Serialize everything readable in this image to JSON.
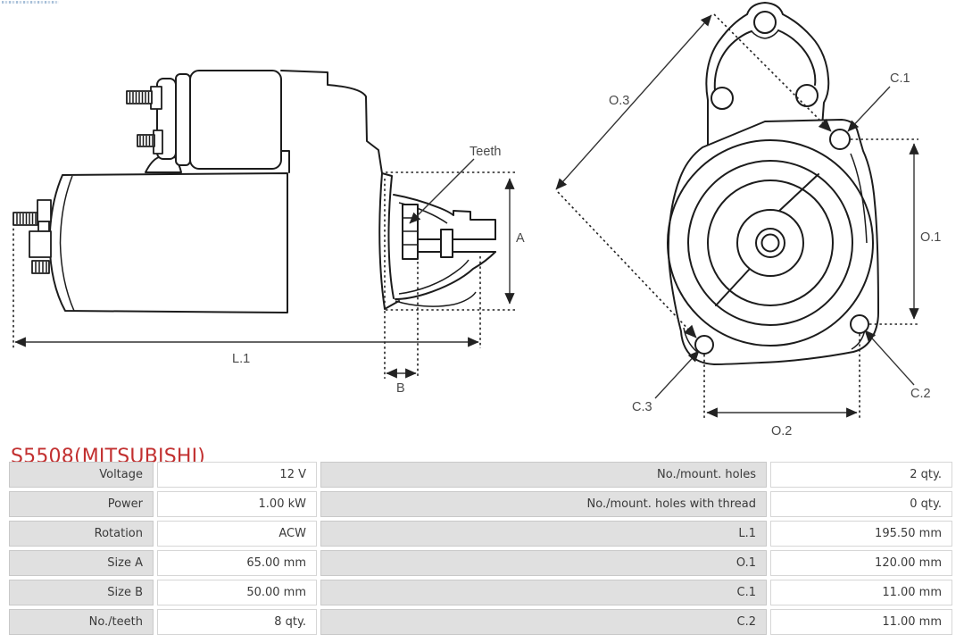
{
  "page": {
    "title": "S5508(MITSUBISHI)"
  },
  "colors": {
    "title": "#c23030",
    "table_label_bg": "#e0e0e0",
    "table_value_bg": "#ffffff",
    "drawing_line": "#1c1c1c"
  },
  "logo": {
    "name": "as-pl-logo-strip"
  },
  "diagrams": {
    "side_view": {
      "labels": {
        "teeth": "Teeth",
        "a": "A",
        "b": "B",
        "l1": "L.1"
      }
    },
    "front_view": {
      "labels": {
        "o1": "O.1",
        "o2": "O.2",
        "o3": "O.3",
        "c1": "C.1",
        "c2": "C.2",
        "c3": "C.3"
      }
    }
  },
  "spec_table": {
    "rows": [
      {
        "label_left": "Voltage",
        "value_left": "12 V",
        "label_right": "No./mount. holes",
        "value_right": "2 qty."
      },
      {
        "label_left": "Power",
        "value_left": "1.00 kW",
        "label_right": "No./mount. holes with thread",
        "value_right": "0 qty."
      },
      {
        "label_left": "Rotation",
        "value_left": "ACW",
        "label_right": "L.1",
        "value_right": "195.50 mm"
      },
      {
        "label_left": "Size A",
        "value_left": "65.00 mm",
        "label_right": "O.1",
        "value_right": "120.00 mm"
      },
      {
        "label_left": "Size B",
        "value_left": "50.00 mm",
        "label_right": "C.1",
        "value_right": "11.00 mm"
      },
      {
        "label_left": "No./teeth",
        "value_left": "8 qty.",
        "label_right": "C.2",
        "value_right": "11.00 mm"
      }
    ]
  }
}
